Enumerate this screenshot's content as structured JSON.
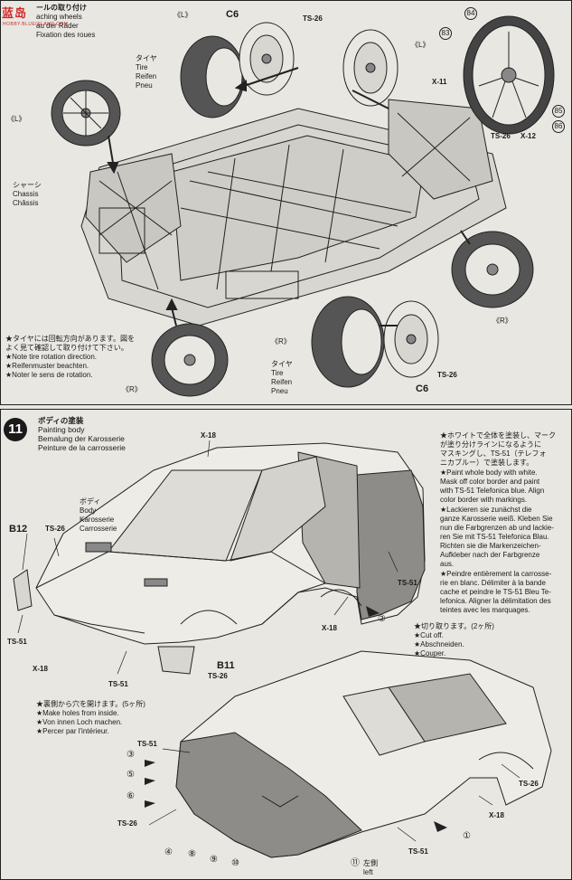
{
  "watermark": {
    "logo_text": "蓝岛",
    "url_text": "HOBBY.BLUEISLAND.COM"
  },
  "step10": {
    "title_lines": [
      "ールの取り付け",
      "aching wheels",
      "au der Räder",
      "Fixation des roues"
    ],
    "tire_labels_top": [
      "タイヤ",
      "Tire",
      "Reifen",
      "Pneu"
    ],
    "tire_labels_bottom": [
      "タイヤ",
      "Tire",
      "Reifen",
      "Pneu"
    ],
    "chassis_labels": [
      "シャーシ",
      "Chassis",
      "Châssis"
    ],
    "note_lines": [
      "★タイヤには回転方向があります。図を",
      "よく見て確認して取り付けて下さい。",
      "★Note tire rotation direction.",
      "★Reifenmuster beachten.",
      "★Noter le sens de rotation."
    ],
    "markers": {
      "L1": "《L》",
      "L2": "《L》",
      "L3": "《L》",
      "R1": "《R》",
      "R2": "《R》",
      "R3": "《R》"
    },
    "codes": {
      "c6_top": "C6",
      "c6_bottom": "C6",
      "ts26_top": "TS-26",
      "ts26_bottom": "TS-26",
      "ts26_wheel": "TS-26",
      "x11": "X-11",
      "x12": "X-12"
    },
    "parts": {
      "p83": "83",
      "p84": "84",
      "p85": "85",
      "p86": "86"
    }
  },
  "step11": {
    "number": "11",
    "title_lines": [
      "ボディの塗装",
      "Painting body",
      "Bemalung der Karosserie",
      "Peinture de la carrosserie"
    ],
    "body_labels": [
      "ボディ",
      "Body",
      "Karosserie",
      "Carrosserie"
    ],
    "paint_note_lines": [
      "★ホワイトで全体を塗装し、マーク",
      "が塗り分けラインになるように",
      "マスキングし、TS-51（テレフォ",
      "ニカブルー）で塗装します。",
      "★Paint whole body with white.",
      "Mask off color border and paint",
      "with TS-51 Telefonica blue. Align",
      "color border with markings.",
      "★Lackieren sie zunächst die",
      "ganze Karosserie weiß. Kleben Sie",
      "nun die Farbgrenzen ab und lackie-",
      "ren Sie mit TS-51 Telefonica Blau.",
      "Richten sie die Markenzeichen-",
      "Aufkleber nach der Farbgrenze",
      "aus.",
      "★Peindre entièrement la carrosse-",
      "rie en blanc. Délimiter à la bande",
      "cache et peindre le TS-51 Bleu Te-",
      "lefonica. Aligner la délimitation des",
      "teintes avec les marquages."
    ],
    "cut_note_lines": [
      "★切り取ります。(2ヶ所)",
      "★Cut off.",
      "★Abschneiden.",
      "★Couper."
    ],
    "hole_note_lines": [
      "★裏側から穴を開けます。(5ヶ所)",
      "★Make holes from inside.",
      "★Von innen Loch machen.",
      "★Percer par l'intérieur."
    ],
    "codes": {
      "x18_top": "X-18",
      "b12": "B12",
      "ts26_b12": "TS-26",
      "ts51_left": "TS-51",
      "x18_left": "X-18",
      "ts51_b11": "TS-51",
      "b11": "B11",
      "ts26_b11": "TS-26",
      "ts51_right": "TS-51",
      "x18_mid": "X-18",
      "ts51_rear": "TS-51",
      "ts26_rear_left": "TS-26",
      "ts26_rear_right": "TS-26",
      "x18_rear": "X-18",
      "ts51_rear_bottom": "TS-51"
    },
    "circled": {
      "c1": "①",
      "c2": "②",
      "c3": "③",
      "c4": "④",
      "c5": "⑤",
      "c6": "⑥",
      "c8": "⑧",
      "c9": "⑨",
      "c10": "⑩",
      "c11": "⑪"
    },
    "left_label": [
      "左側",
      "left"
    ]
  }
}
